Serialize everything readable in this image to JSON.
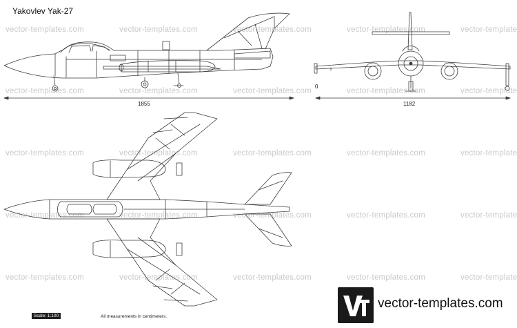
{
  "title": "Yakovlev Yak-27",
  "watermark_text": "vector-templates.com",
  "dimensions": {
    "length": "1855",
    "wingspan": "1182",
    "height_marker": "0"
  },
  "footer": {
    "scale_label": "Scale: 1:100",
    "measurements_note": "All measurements in centimeters."
  },
  "logo": {
    "mark": "Vt",
    "site": "vector-templates.com"
  },
  "colors": {
    "line": "#3a3a3a",
    "watermark": "#c9c9c9",
    "logo_bg": "#1a1a1a"
  }
}
